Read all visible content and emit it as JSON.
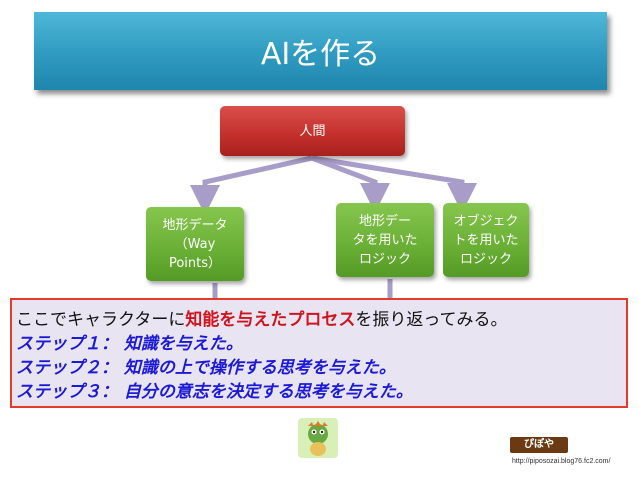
{
  "title": "AIを作る",
  "nodes": {
    "top": "人間",
    "left": "地形データ\n（Way\nPoints）",
    "middle": "地形デー\nタを用いた\nロジック",
    "right": "オブジェク\nトを用いた\nロジック"
  },
  "callout": {
    "line1_pre": "ここでキャラクターに",
    "line1_highlight": "知能を与えたプロセス",
    "line1_post": "を振り返ってみる。",
    "step1": "ステップ１：  知識を与えた。",
    "step2": "ステップ２：  知識の上で操作する思考を与えた。",
    "step3": "ステップ３：  自分の意志を決定する思考を与えた。"
  },
  "footer": {
    "logo_text": "ぴぽや",
    "url": "http://piposozai.blog76.fc2.com/"
  },
  "colors": {
    "title_bg": "#2f9ac0",
    "top_node": "#c22f2b",
    "green_node": "#69ae35",
    "arrow": "#a89cc8",
    "callout_border": "#e23c2c",
    "highlight_text": "#d0141e",
    "step_text": "#1c1ad6"
  }
}
